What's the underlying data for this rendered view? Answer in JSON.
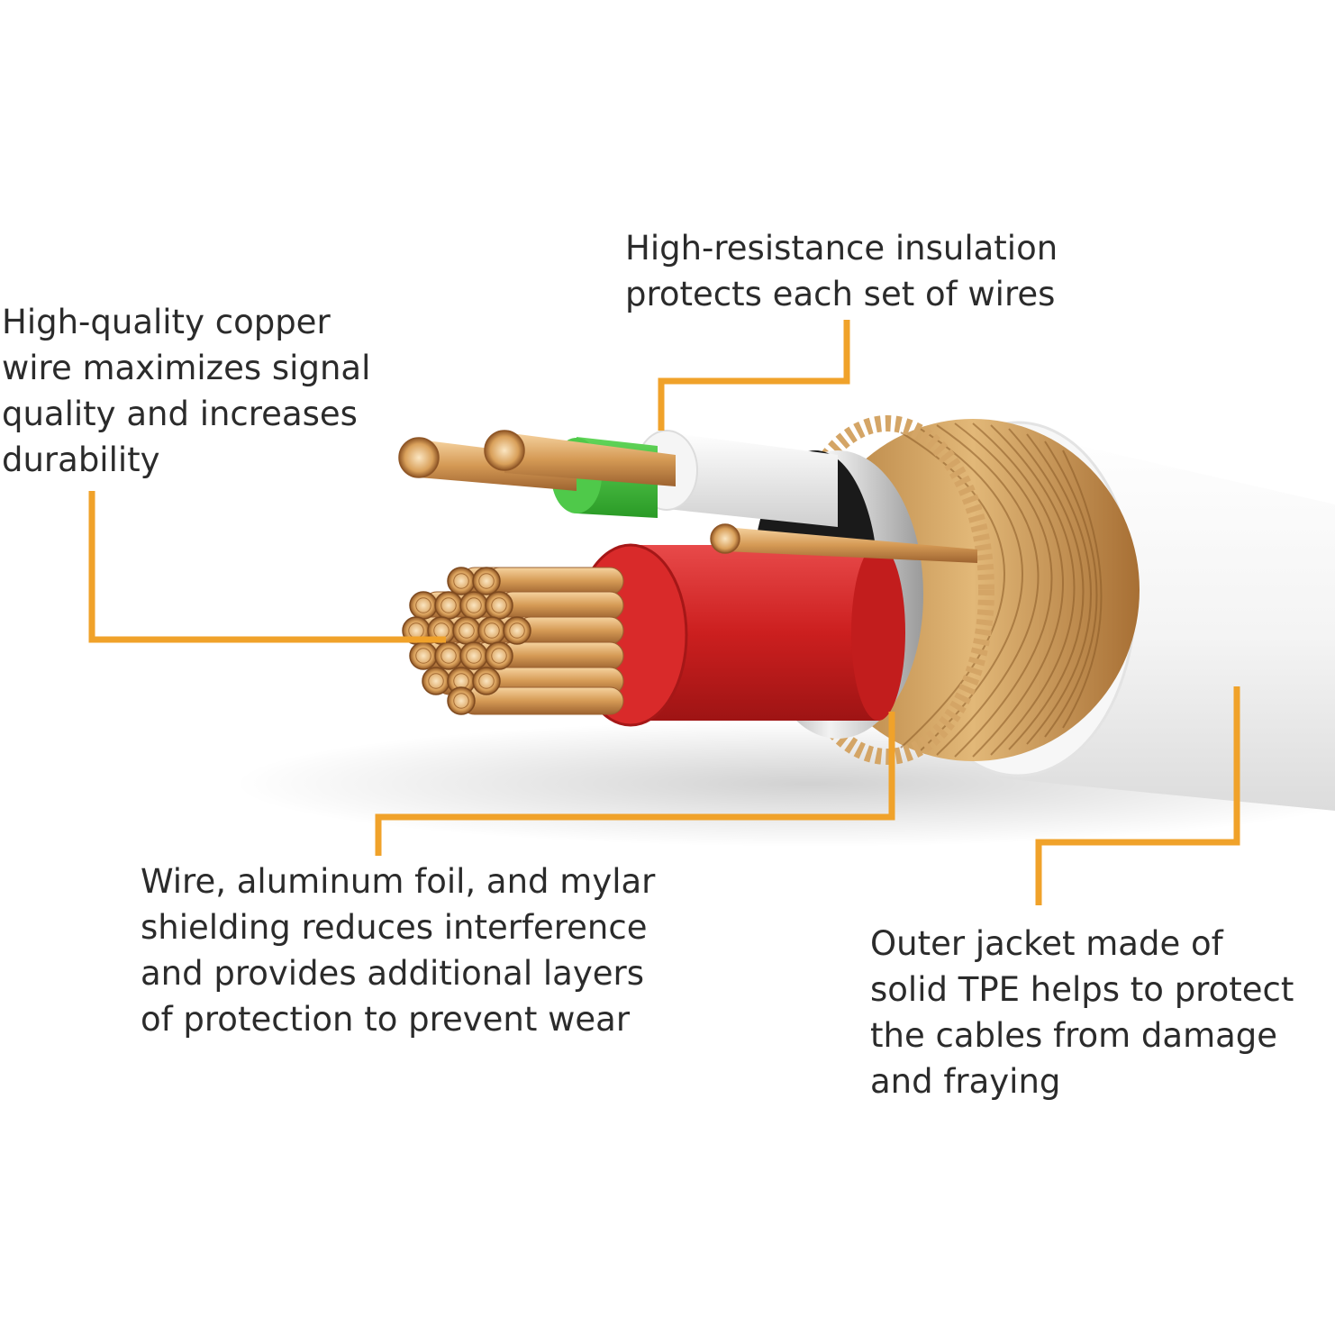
{
  "callouts": {
    "copper": "High-quality copper\nwire maximizes signal\nquality and increases\ndurability",
    "insulation": "High-resistance insulation\nprotects each set of wires",
    "shielding": "Wire, aluminum foil, and mylar\nshielding reduces interference\nand provides additional layers\nof protection to prevent wear",
    "jacket": "Outer jacket made of\nsolid TPE helps to protect\nthe cables from damage\nand fraying"
  },
  "colors": {
    "leader_line": "#f0a22a",
    "copper": "#d9a05a",
    "copper_dark": "#a8672e",
    "red_insulation": "#d42a2a",
    "green_insulation": "#3fbf3a",
    "white_insulation": "#f3f3f3",
    "jacket": "#fafafa",
    "braid": "#c99a55",
    "text": "#2b2b2b"
  }
}
